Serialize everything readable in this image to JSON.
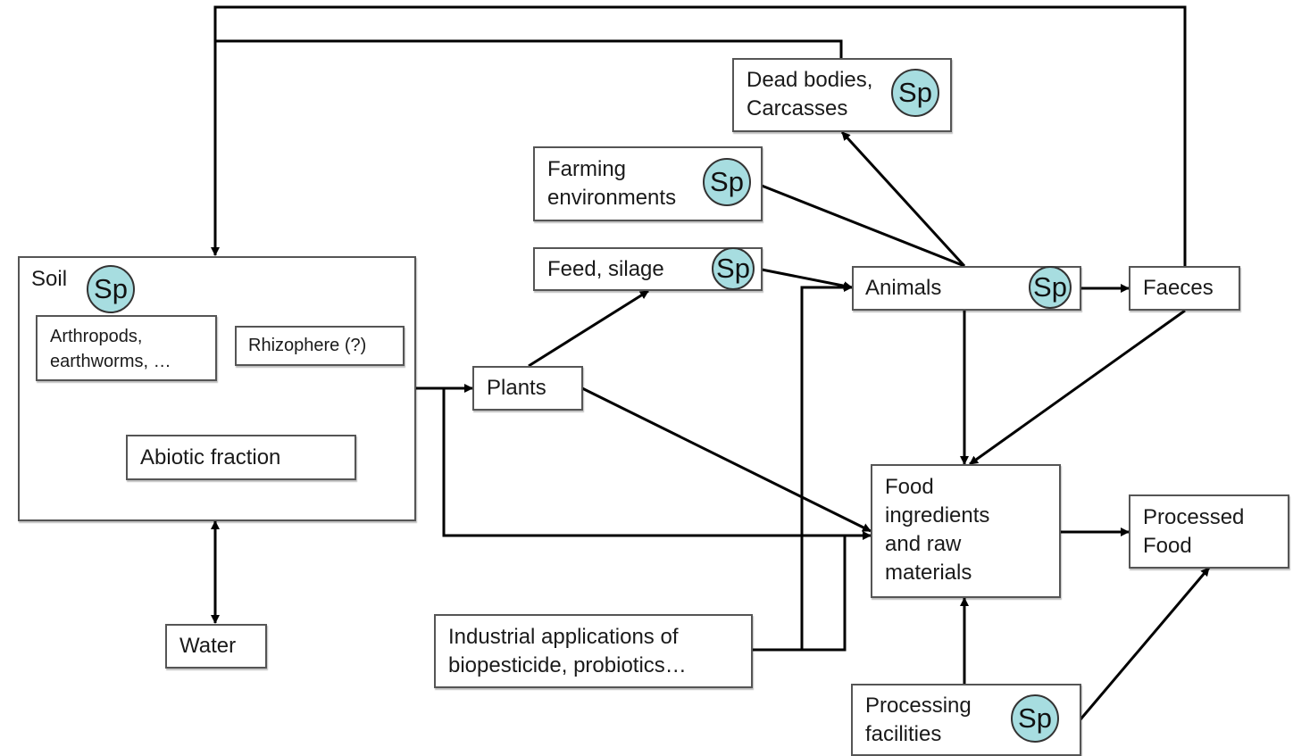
{
  "diagram": {
    "sp_badge": "Sp",
    "nodes": {
      "soil": "Soil",
      "arthropods": "Arthropods,\nearthworms, …",
      "rhizophere": "Rhizophere (?)",
      "abiotic": "Abiotic fraction",
      "water": "Water",
      "plants": "Plants",
      "feed": "Feed, silage",
      "farming": "Farming\nenvironments",
      "dead": "Dead bodies,\nCarcasses",
      "animals": "Animals",
      "faeces": "Faeces",
      "food": "Food\ningredients\nand raw\nmaterials",
      "processed": "Processed\nFood",
      "industrial": "Industrial applications of\nbiopesticide, probiotics…",
      "processing": "Processing\nfacilities"
    }
  }
}
